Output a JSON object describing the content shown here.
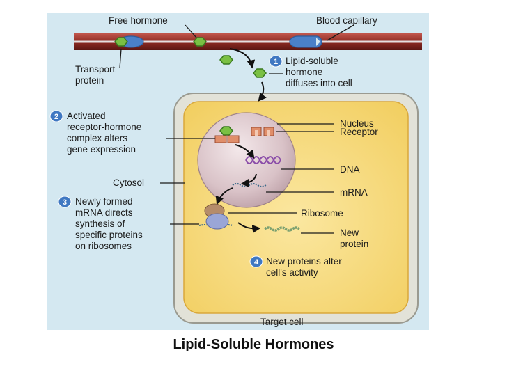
{
  "caption": "Lipid-Soluble Hormones",
  "labels": {
    "free_hormone": "Free hormone",
    "blood_capillary": "Blood capillary",
    "transport_protein": [
      "Transport",
      "protein"
    ],
    "nucleus": "Nucleus",
    "receptor": "Receptor",
    "dna": "DNA",
    "mrna": "mRNA",
    "ribosome": "Ribosome",
    "new_protein": [
      "New",
      "protein"
    ],
    "cytosol": "Cytosol",
    "target_cell": "Target cell"
  },
  "steps": [
    {
      "number": "1",
      "lines": [
        "Lipid-soluble",
        "hormone",
        "diffuses into cell"
      ]
    },
    {
      "number": "2",
      "lines": [
        "Activated",
        "receptor-hormone",
        "complex alters",
        "gene expression"
      ]
    },
    {
      "number": "3",
      "lines": [
        "Newly formed",
        "mRNA directs",
        "synthesis of",
        "specific proteins",
        "on ribosomes"
      ]
    },
    {
      "number": "4",
      "lines": [
        "New proteins alter",
        "cell's activity"
      ]
    }
  ],
  "colors": {
    "panel_bg": "#d4e8f1",
    "capillary": "#8b2a22",
    "cell_fill": "#f6d878",
    "nucleus": "#d6bfc4",
    "step_badge": "#3f78c2",
    "hormone": "#7ac043",
    "receptor": "#e08e6a"
  }
}
